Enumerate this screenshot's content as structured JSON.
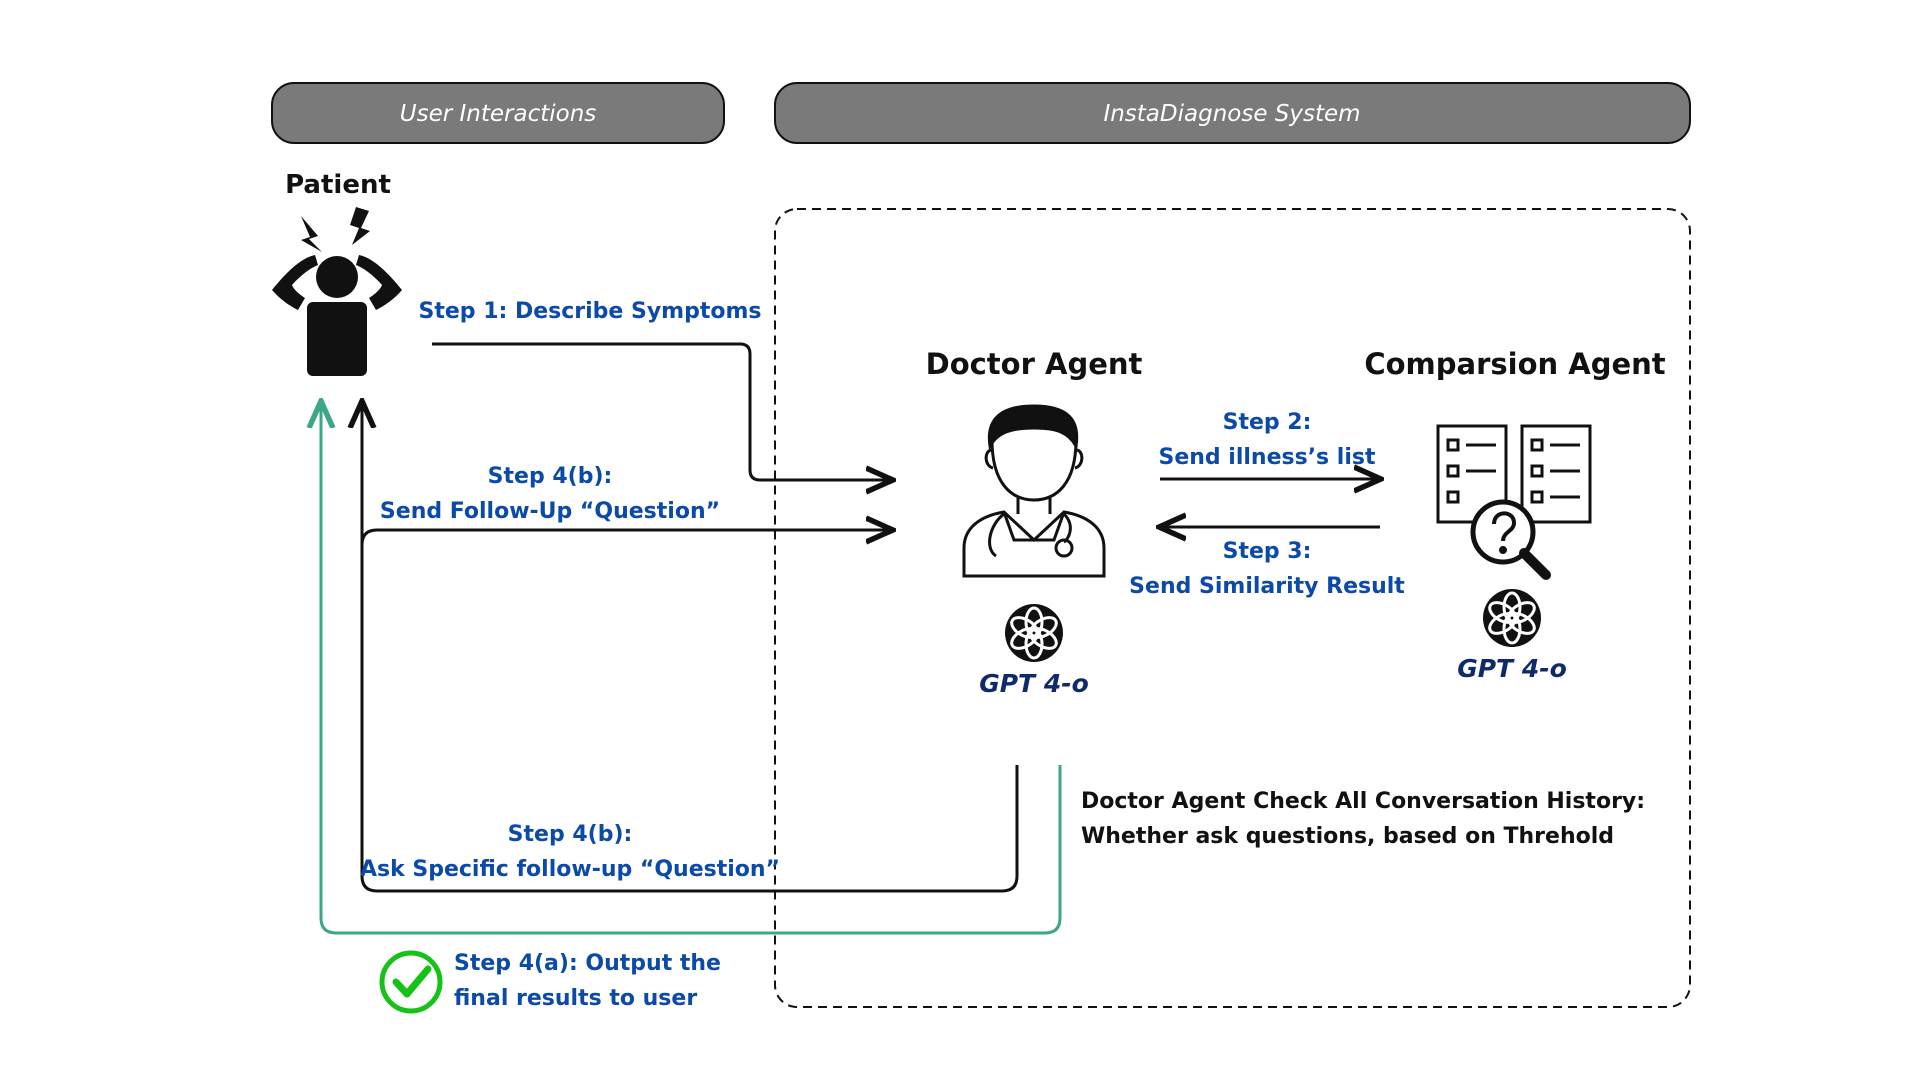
{
  "headers": {
    "user": "User Interactions",
    "system": "InstaDiagnose System"
  },
  "patient": {
    "label": "Patient"
  },
  "doctor": {
    "title": "Doctor Agent",
    "model": "GPT 4-o"
  },
  "comparison": {
    "title": "Comparsion Agent",
    "model": "GPT 4-o"
  },
  "steps": {
    "s1": "Step 1: Describe Symptoms",
    "s4b_top_1": "Step 4(b):",
    "s4b_top_2": "Send Follow-Up “Question”",
    "s2_1": "Step 2:",
    "s2_2": "Send illness’s list",
    "s3_1": "Step 3:",
    "s3_2": "Send Similarity Result",
    "s4b_bot_1": "Step 4(b):",
    "s4b_bot_2": "Ask Specific follow-up “Question”",
    "s4a_1": "Step 4(a): Output the",
    "s4a_2": "final results to user"
  },
  "note": {
    "line1": "Doctor Agent Check All Conversation History:",
    "line2": "Whether ask questions, based on Threhold"
  },
  "colors": {
    "header_fill": "#7a7a7a",
    "step_text": "#0b4aa8",
    "green_flow": "#3aa786",
    "check_green": "#16c216",
    "gpt_text": "#0f2a6b"
  }
}
